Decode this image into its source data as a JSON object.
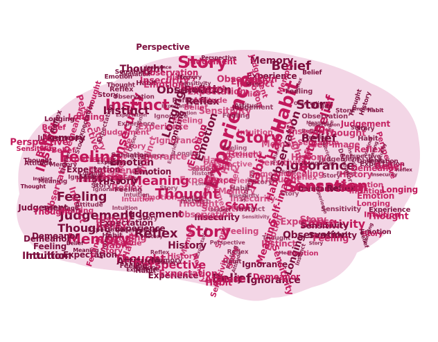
{
  "image": {
    "kind": "word-cloud",
    "shape": "brain",
    "background": "#ffffff",
    "colors": {
      "primary": "#c2185b",
      "dark": "#7d0f3e",
      "text_dark": "#2a0b18",
      "fill_light": "#f3d6e6"
    },
    "words": [
      "Perspective",
      "Story",
      "Memory",
      "Experience",
      "Belief",
      "Thought",
      "Reflex",
      "Habit",
      "Sensation",
      "Emotion",
      "Feeling",
      "Instinct",
      "Memory",
      "Observation",
      "Ignorance",
      "Longing",
      "Insecurity",
      "Reflex",
      "Story",
      "Habit",
      "Experience",
      "Story",
      "Observation",
      "Feeling",
      "Sensitivity",
      "Emotion",
      "Attitude",
      "Instinct",
      "Longing",
      "Emotion",
      "Belief",
      "Story",
      "Habit",
      "Feeling",
      "Meaning",
      "Expectation",
      "Judgement",
      "Thought",
      "History",
      "Meaning",
      "Thought",
      "Story",
      "Ignorance",
      "Sensation",
      "History",
      "Reflex",
      "Thought",
      "Expectation",
      "Judgement",
      "Memory",
      "Reflex",
      "Story",
      "Observation",
      "Sensitivity",
      "Demeanor",
      "Longing",
      "Intuition",
      "Expectation",
      "Attitude",
      "Perspective",
      "Ignorance",
      "Belief",
      "Experience",
      "Self-image",
      "Habit",
      "Instinct",
      "Judgement",
      "Experience",
      "History",
      "Insecurity",
      "Belief",
      "Intuition",
      "Demeanor",
      "Sensitivity",
      "Emotion"
    ]
  }
}
